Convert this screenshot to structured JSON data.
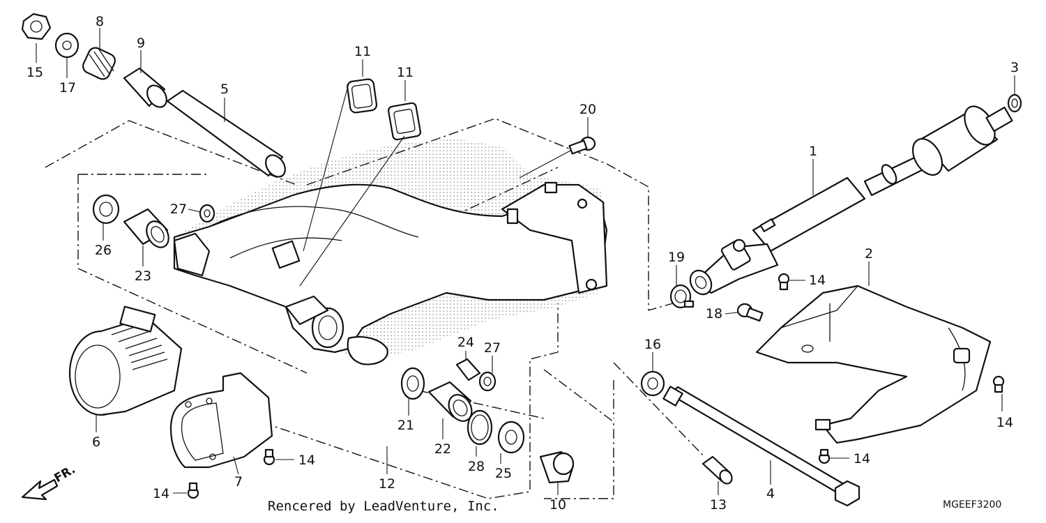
{
  "diagram": {
    "callouts": [
      {
        "id": "c15a",
        "text": "15"
      },
      {
        "id": "c17",
        "text": "17"
      },
      {
        "id": "c8",
        "text": "8"
      },
      {
        "id": "c9",
        "text": "9"
      },
      {
        "id": "c5",
        "text": "5"
      },
      {
        "id": "c11a",
        "text": "11"
      },
      {
        "id": "c11b",
        "text": "11"
      },
      {
        "id": "c20",
        "text": "20"
      },
      {
        "id": "c3",
        "text": "3"
      },
      {
        "id": "c1",
        "text": "1"
      },
      {
        "id": "c27a",
        "text": "27"
      },
      {
        "id": "c26",
        "text": "26"
      },
      {
        "id": "c23",
        "text": "23"
      },
      {
        "id": "c19",
        "text": "19"
      },
      {
        "id": "c14a",
        "text": "14"
      },
      {
        "id": "c2",
        "text": "2"
      },
      {
        "id": "c18",
        "text": "18"
      },
      {
        "id": "c24",
        "text": "24"
      },
      {
        "id": "c27b",
        "text": "27"
      },
      {
        "id": "c16",
        "text": "16"
      },
      {
        "id": "c6",
        "text": "6"
      },
      {
        "id": "c21",
        "text": "21"
      },
      {
        "id": "c22",
        "text": "22"
      },
      {
        "id": "c28",
        "text": "28"
      },
      {
        "id": "c25",
        "text": "25"
      },
      {
        "id": "c14b",
        "text": "14"
      },
      {
        "id": "c14c",
        "text": "14"
      },
      {
        "id": "c14d",
        "text": "14"
      },
      {
        "id": "c7",
        "text": "7"
      },
      {
        "id": "c12",
        "text": "12"
      },
      {
        "id": "c10",
        "text": "10"
      },
      {
        "id": "c13",
        "text": "13"
      },
      {
        "id": "c4",
        "text": "4"
      },
      {
        "id": "c14e",
        "text": "14"
      }
    ],
    "direction_label": "FR.",
    "credit": "Rencered by LeadVenture, Inc.",
    "diagram_code": "MGEEF3200"
  }
}
